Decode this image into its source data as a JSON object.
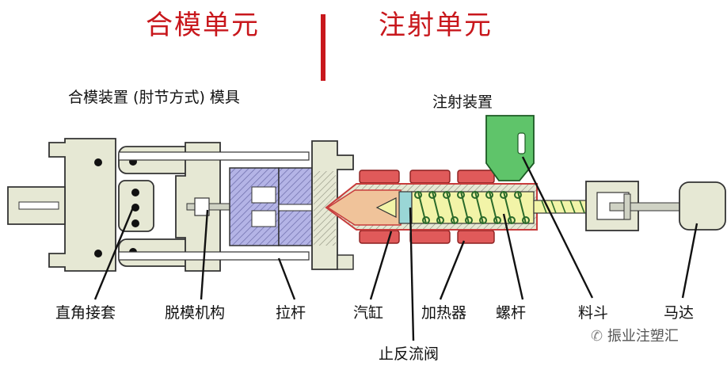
{
  "headers": {
    "left": "合模单元",
    "right": "注射单元"
  },
  "labels": {
    "clamp_device": "合模装置 (肘节方式) 模具",
    "injection_device": "注射装置",
    "toggle_sleeve": "直角接套",
    "ejector": "脱模机构",
    "tie_bar": "拉杆",
    "cylinder": "汽缸",
    "check_valve": "止反流阀",
    "heater": "加热器",
    "screw": "螺杆",
    "hopper": "料斗",
    "motor": "马达"
  },
  "watermark": "振业注塑汇",
  "colors": {
    "header_red": "#c8171c",
    "frame_fill": "#e6e8d4",
    "mold_fill": "#b4b4e6",
    "heater_fill": "#e05a5a",
    "screw_fill": "#f2f4a8",
    "hopper_fill": "#5fc46a",
    "nozzle_fill": "#f0c39a",
    "cylinder_line": "#c83c3c"
  }
}
